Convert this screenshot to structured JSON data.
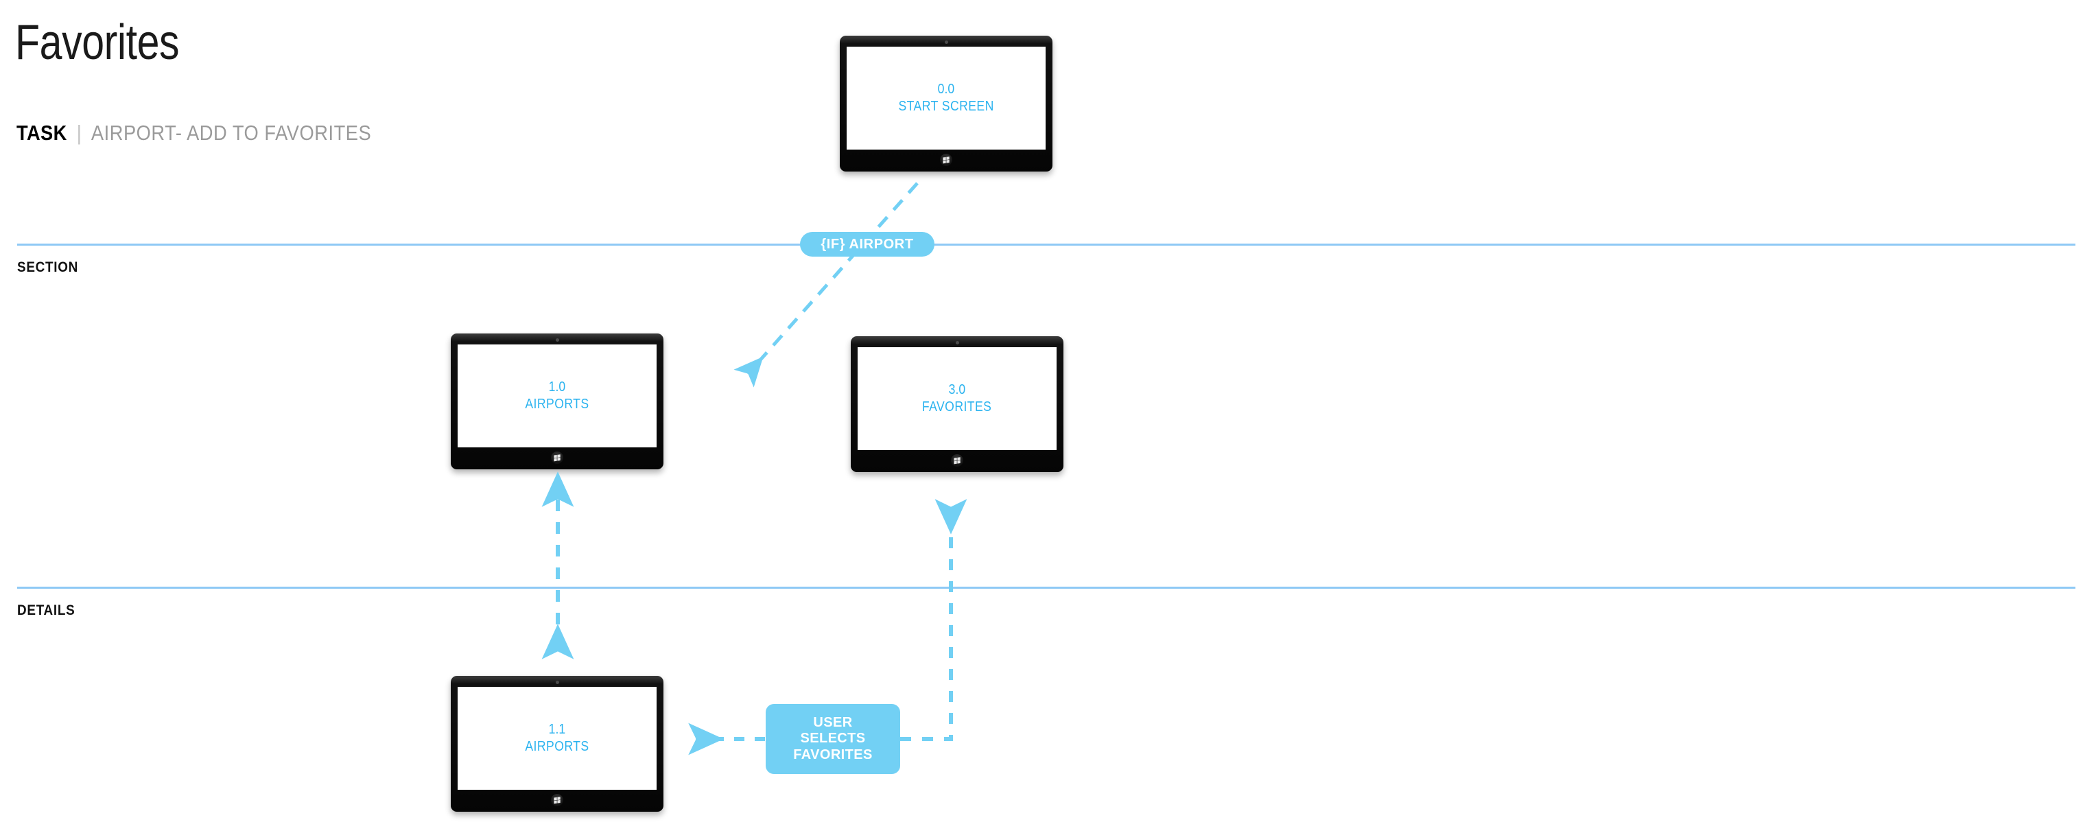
{
  "header": {
    "title": "Favorites",
    "task_key": "TASK",
    "task_separator": "|",
    "task_value": "AIRPORT- ADD TO FAVORITES"
  },
  "bands": [
    {
      "label": "SECTION"
    },
    {
      "label": "DETAILS"
    }
  ],
  "screens": [
    {
      "id": "start-screen",
      "number": "0.0",
      "name": "START SCREEN",
      "home_icon": "windows-logo-icon"
    },
    {
      "id": "airports",
      "number": "1.0",
      "name": "AIRPORTS",
      "home_icon": "windows-logo-icon"
    },
    {
      "id": "favorites",
      "number": "3.0",
      "name": "FAVORITES",
      "home_icon": "windows-logo-icon"
    },
    {
      "id": "airports-detail",
      "number": "1.1",
      "name": "AIRPORTS",
      "home_icon": "windows-logo-icon"
    }
  ],
  "callouts": {
    "condition_pill": "{IF} AIRPORT",
    "user_action_line1": "USER",
    "user_action_line2": "SELECTS",
    "user_action_line3": "FAVORITES"
  },
  "colors": {
    "accent_pill": "#72d0f4",
    "screen_label": "#2bb3ef",
    "divider": "#8ec9f5",
    "arrow": "#72d0f4",
    "device_bezel": "#111111",
    "title_text": "#1a1a1a",
    "task_value_text": "#9a9a9a"
  }
}
